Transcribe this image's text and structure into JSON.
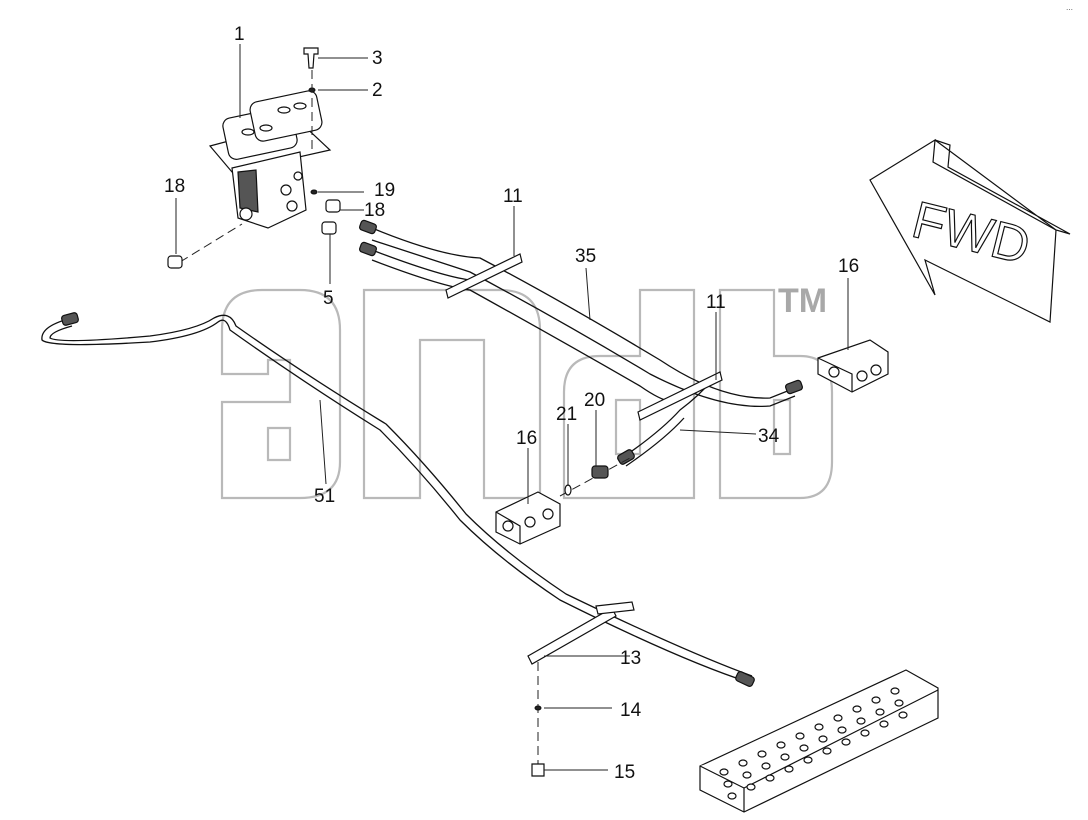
{
  "watermark": {
    "trademark": "TM"
  },
  "fwd_label": "FWD",
  "corner_mark": "⋯",
  "callouts": {
    "c1": "1",
    "c3": "3",
    "c2": "2",
    "c18a": "18",
    "c19": "19",
    "c18b": "18",
    "c11a": "11",
    "c35": "35",
    "c16a": "16",
    "c5": "5",
    "c11b": "11",
    "c21": "21",
    "c20": "20",
    "c16b": "16",
    "c34": "34",
    "c51": "51",
    "c13": "13",
    "c14": "14",
    "c15": "15"
  }
}
